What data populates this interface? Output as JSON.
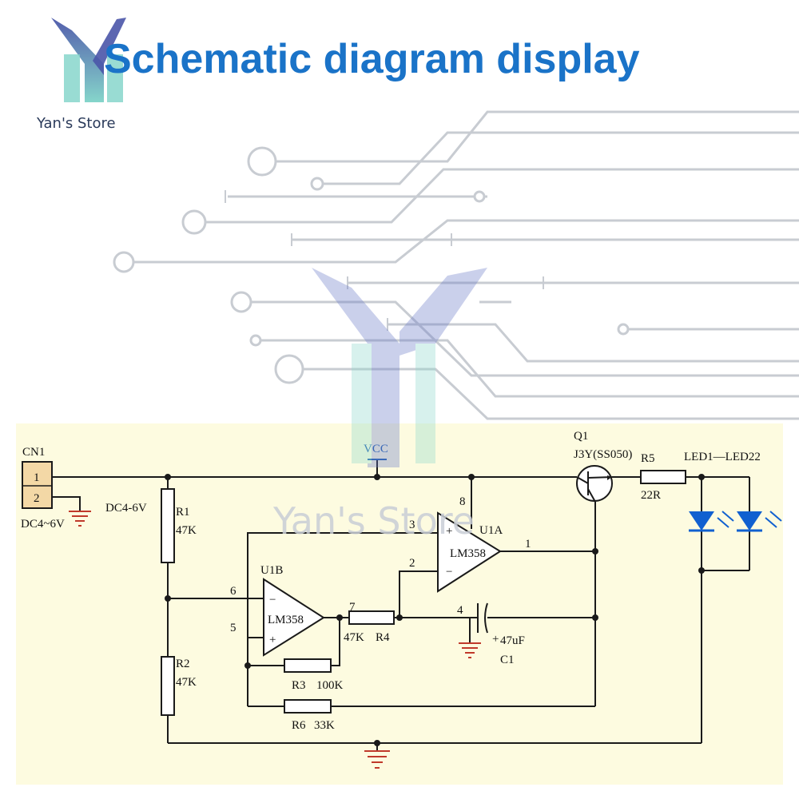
{
  "header": {
    "title": "Schematic diagram display",
    "brand": "Yan's Store",
    "watermark": "Yan's Store"
  },
  "colors": {
    "title": "#1a73c8",
    "panel_background": "#fdfbe0",
    "wire": "#1a1a1a",
    "ground": "#c0392b",
    "vcc": "#1f5fae",
    "led": "#1060d0",
    "logo_top": "#4a55a8",
    "logo_bottom": "#7fd3c8"
  },
  "schematic": {
    "connector": {
      "ref": "CN1",
      "pins": [
        "1",
        "2"
      ],
      "supply": "DC4~6V"
    },
    "supply_label": "DC4-6V",
    "vcc": "VCC",
    "resistors": [
      {
        "ref": "R1",
        "value": "47K"
      },
      {
        "ref": "R2",
        "value": "47K"
      },
      {
        "ref": "R3",
        "value": "100K"
      },
      {
        "ref": "R4",
        "value": "47K"
      },
      {
        "ref": "R5",
        "value": "22R"
      },
      {
        "ref": "R6",
        "value": "33K"
      }
    ],
    "opamps": [
      {
        "ref": "U1A",
        "part": "LM358",
        "pins": {
          "in_plus": "3",
          "in_minus": "2",
          "out": "1",
          "vcc": "8"
        }
      },
      {
        "ref": "U1B",
        "part": "LM358",
        "pins": {
          "in_minus": "6",
          "in_plus": "5",
          "out": "7"
        }
      }
    ],
    "capacitor": {
      "ref": "C1",
      "value": "47uF",
      "pin": "4"
    },
    "transistor": {
      "ref": "Q1",
      "part": "J3Y(SS050)"
    },
    "leds": "LED1—LED22",
    "polarity": {
      "plus": "+",
      "minus": "−"
    }
  }
}
